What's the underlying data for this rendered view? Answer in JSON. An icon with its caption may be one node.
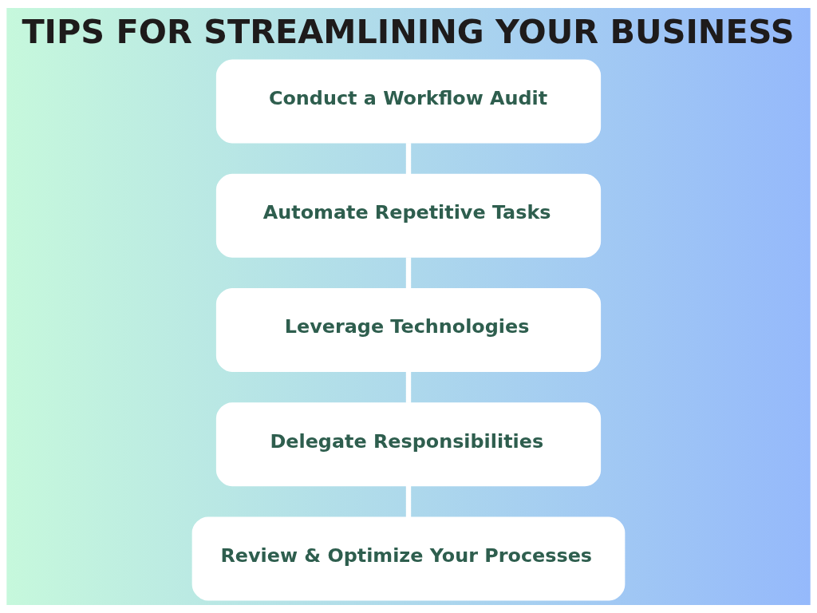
{
  "diagram": {
    "title": "TIPS FOR STREAMLINING YOUR BUSINESS",
    "nodes": [
      {
        "text": [
          "Conduct a Workflow Audit"
        ]
      },
      {
        "text": [
          "Automate Repetitive Tasks"
        ]
      },
      {
        "text": [
          "Leverage Technologies"
        ]
      },
      {
        "text": [
          "Delegate Responsibilities"
        ]
      },
      {
        "text": [
          "Review & Optimize Your Processes"
        ]
      }
    ],
    "edges": [
      {
        "from": 0,
        "to": 1,
        "arrow": "none"
      },
      {
        "from": 1,
        "to": 2,
        "arrow": "none"
      },
      {
        "from": 2,
        "to": 3,
        "arrow": "none"
      },
      {
        "from": 3,
        "to": 4,
        "arrow": "none"
      }
    ]
  }
}
